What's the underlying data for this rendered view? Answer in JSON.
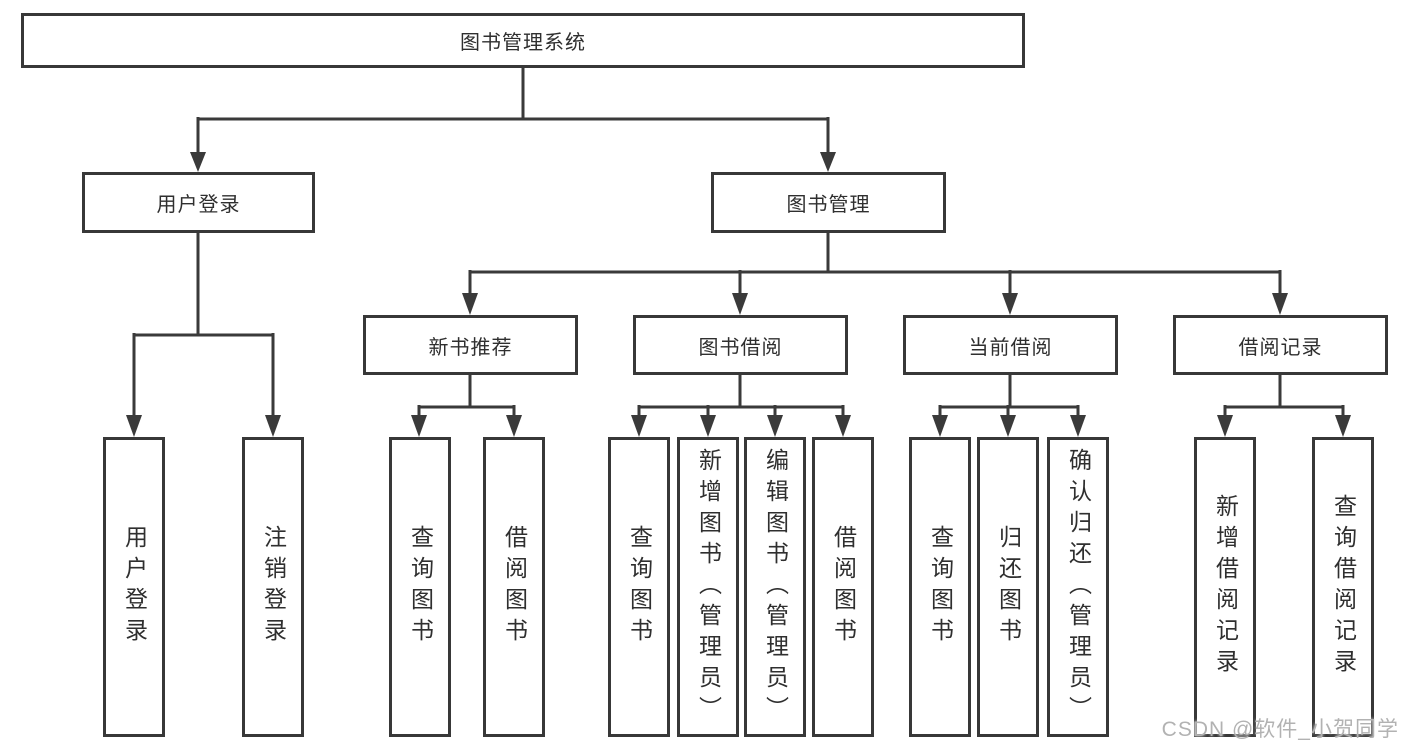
{
  "nodes": {
    "root": "图书管理系统",
    "level1": [
      "用户登录",
      "图书管理"
    ],
    "level2": [
      "新书推荐",
      "图书借阅",
      "当前借阅",
      "借阅记录"
    ],
    "leaves": {
      "user_login": [
        "用户登录",
        "注销登录"
      ],
      "new_book": [
        "查询图书",
        "借阅图书"
      ],
      "book_borrow": [
        "查询图书",
        "新增图书（管理员）",
        "编辑图书（管理员）",
        "借阅图书"
      ],
      "current_borrow": [
        "查询图书",
        "归还图书",
        "确认归还（管理员）"
      ],
      "borrow_record": [
        "新增借阅记录",
        "查询借阅记录"
      ]
    }
  },
  "watermark": "CSDN @软件_小贺同学",
  "colors": {
    "line": "#3a3a3a",
    "box_border": "#383838",
    "text": "#2f2f2f",
    "watermark_text": "#b2b2b2",
    "background": "#ffffff"
  }
}
